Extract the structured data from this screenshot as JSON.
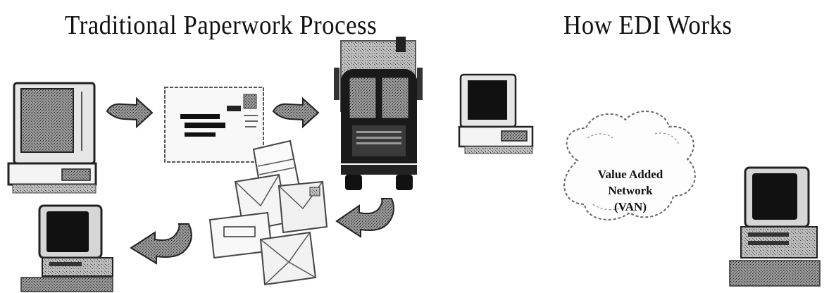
{
  "diagram": {
    "left_title": "Traditional Paperwork Process",
    "right_title": "How EDI Works",
    "network": {
      "line1": "Value Added",
      "line2": "Network",
      "line3": "(VAN)"
    }
  },
  "icons": [
    "desktop-computer-icon",
    "curved-arrow-icon",
    "envelope-icon",
    "delivery-truck-icon",
    "mail-pile-icon",
    "cloud-icon"
  ]
}
